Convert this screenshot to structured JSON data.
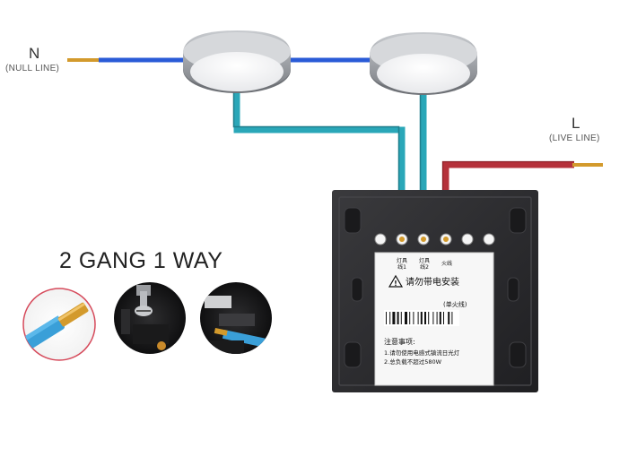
{
  "neutral": {
    "letter": "N",
    "caption": "(NULL LINE)"
  },
  "live": {
    "letter": "L",
    "caption": "(LIVE LINE)"
  },
  "title": "2 GANG 1 WAY",
  "sticker": {
    "terminal_1": "灯具\n线1",
    "terminal_2": "灯具\n线2",
    "terminal_3": "火线",
    "warning": "请勿带电安装",
    "tag": "(单火线)",
    "notes_heading": "注意事项:",
    "note_1": "1.请勿使用电感式镇流日光灯",
    "note_2": "2.总负载不超过580W"
  },
  "colors": {
    "neutral_wire": "#2a5bd7",
    "live_wire": "#b5313a",
    "load_wire": "#2aa7b8",
    "switch_body": "#2b2b2e",
    "wire_tip": "#d39a2c",
    "lamp_shell": "#a9acb1"
  },
  "icons": [
    "lamp-icon",
    "wall-switch-icon",
    "stripped-wire-icon",
    "terminal-screw-icon",
    "wire-insertion-icon"
  ]
}
